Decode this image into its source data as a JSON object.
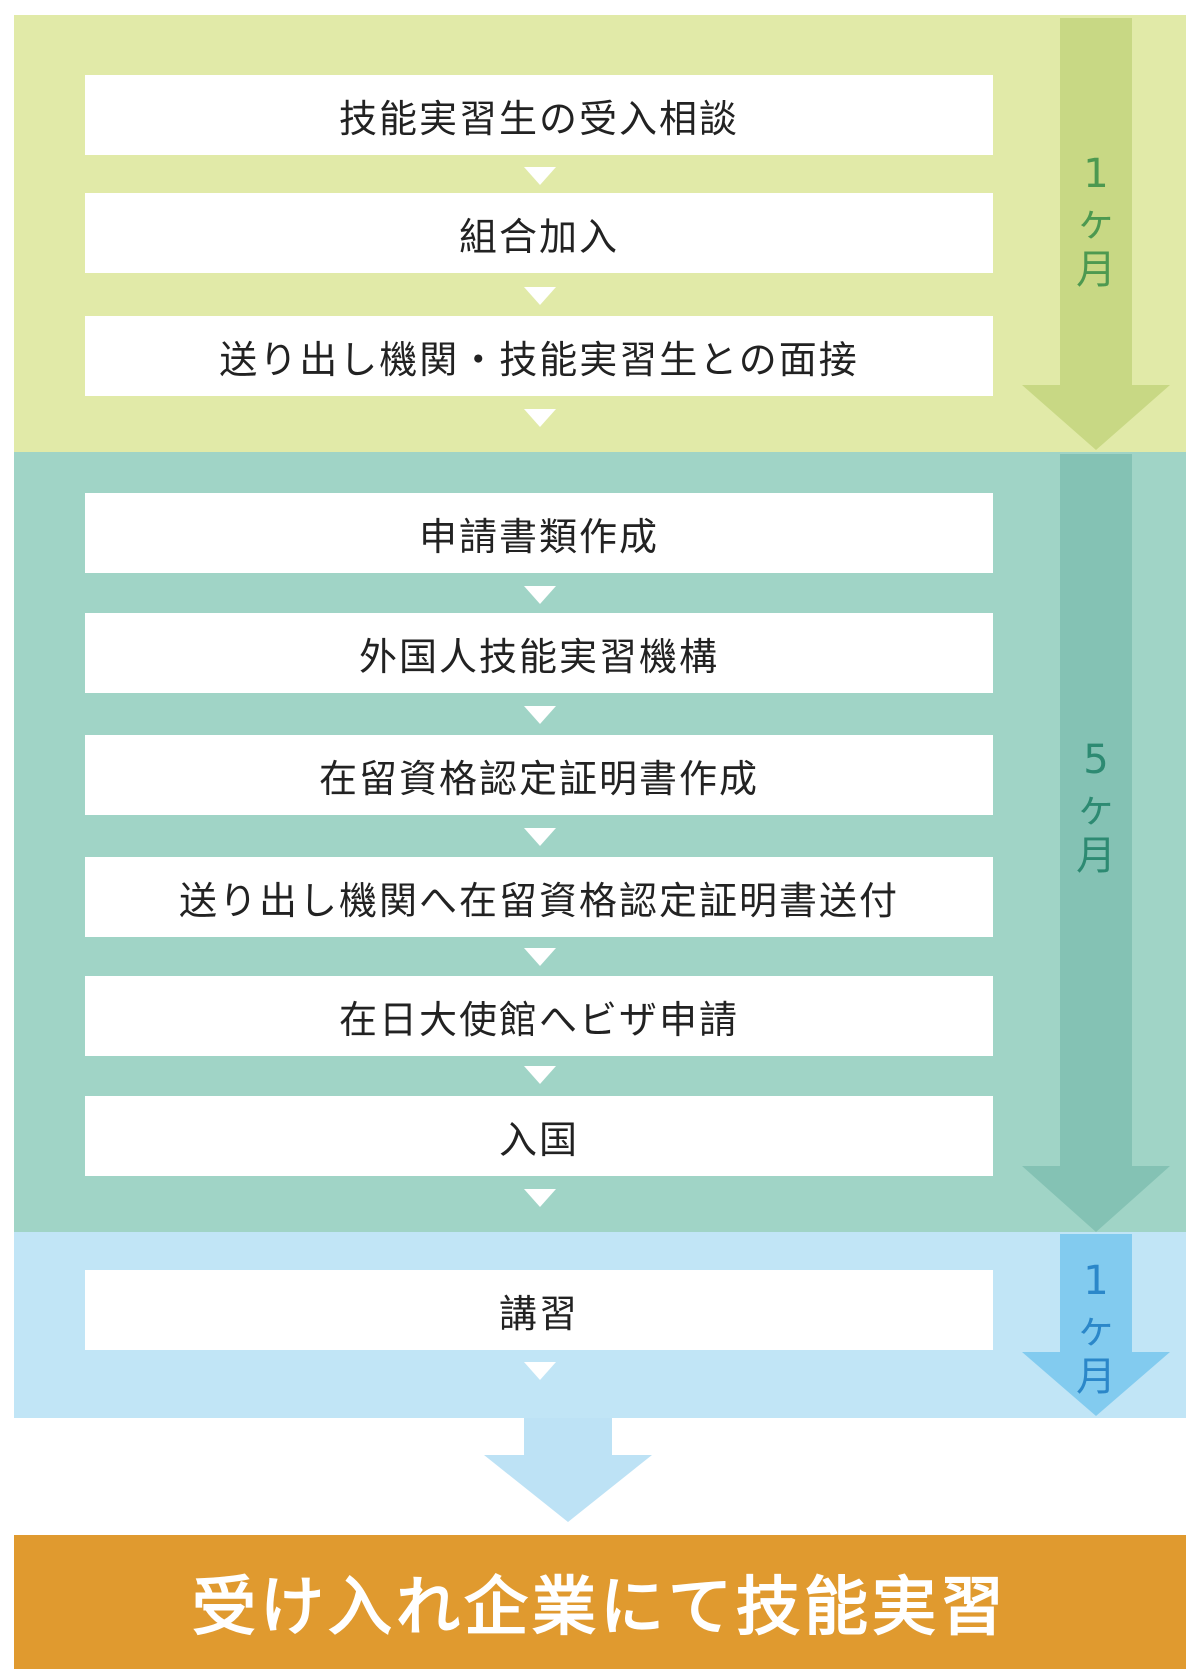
{
  "phases": [
    {
      "steps": [
        "技能実習生の受入相談",
        "組合加入",
        "送り出し機関・技能実習生との面接"
      ],
      "duration": "1\nヶ\n月",
      "colors": {
        "background": "#e1eaa8",
        "arrow": "#c8d884",
        "text": "#4d9950"
      }
    },
    {
      "steps": [
        "申請書類作成",
        "外国人技能実習機構",
        "在留資格認定証明書作成",
        "送り出し機関へ在留資格認定証明書送付",
        "在日大使館へビザ申請",
        "入国"
      ],
      "duration": "5\nヶ\n月",
      "colors": {
        "background": "#a0d4c6",
        "arrow": "#84c2b4",
        "text": "#2d8a72"
      }
    },
    {
      "steps": [
        "講習"
      ],
      "duration": "1\nヶ\n月",
      "colors": {
        "background": "#c1e5f6",
        "arrow": "#82cbef",
        "text": "#2b87c9"
      }
    }
  ],
  "final": {
    "label": "受け入れ企業にて技能実習",
    "color": "#e09a2f"
  },
  "connector_color": "#bde2f5"
}
